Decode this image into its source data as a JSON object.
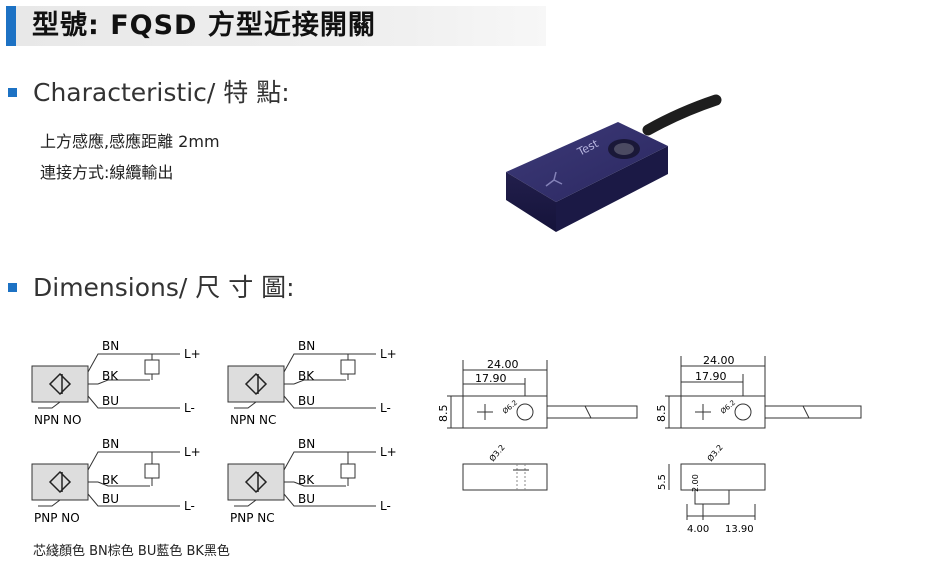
{
  "title": {
    "text": "型號: FQSD 方型近接開關"
  },
  "characteristic": {
    "heading": "Characteristic/ 特 點:",
    "lines": [
      "上方感應,感應距離 2mm",
      "連接方式:線纜輸出"
    ]
  },
  "product_photo": {
    "brand": "Test"
  },
  "dimensions": {
    "heading": "Dimensions/ 尺 寸 圖:"
  },
  "wiring": {
    "wires": {
      "bn": "BN",
      "bk": "BK",
      "bu": "BU"
    },
    "terminals": {
      "plus": "L+",
      "minus": "L-"
    },
    "labels": [
      "NPN NO",
      "NPN NC",
      "PNP NO",
      "PNP NC"
    ]
  },
  "drawing": {
    "overall_length": "24.00",
    "hole_distance": "17.90",
    "height": "8.5",
    "hole_diameter": "Ø6.2",
    "mount_hole": "Ø3.2",
    "thickness": "5.5",
    "step": "2.00",
    "bottom_left": "4.00",
    "bottom_right": "13.90"
  },
  "footnote": {
    "text": "芯綫顏色 BN棕色 BU藍色 BK黑色"
  }
}
